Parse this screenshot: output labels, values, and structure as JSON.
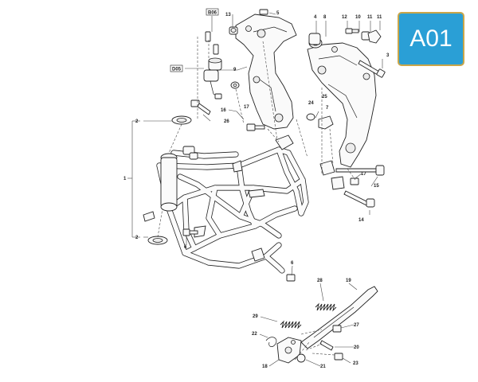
{
  "badge": {
    "text": "A01",
    "color": "#2a9fd6",
    "border_color": "#c9a64a"
  },
  "callouts": {
    "c1": "1",
    "c2": "2",
    "c3": "3",
    "c4": "4",
    "c5": "5",
    "c6": "6",
    "c7": "7",
    "c8": "8",
    "c9": "9",
    "c10": "10",
    "c11": "11",
    "c12": "12",
    "c13": "13",
    "c14": "14",
    "c15": "15",
    "c16": "16",
    "c17": "17",
    "c18": "18",
    "c19": "19",
    "c20": "20",
    "c21": "21",
    "c22": "22",
    "c23": "23",
    "c24": "24",
    "c25": "25",
    "c26": "26",
    "c27": "27",
    "c28": "28",
    "c29": "29"
  },
  "reference_codes": {
    "b06": "B06",
    "d05": "D05"
  }
}
